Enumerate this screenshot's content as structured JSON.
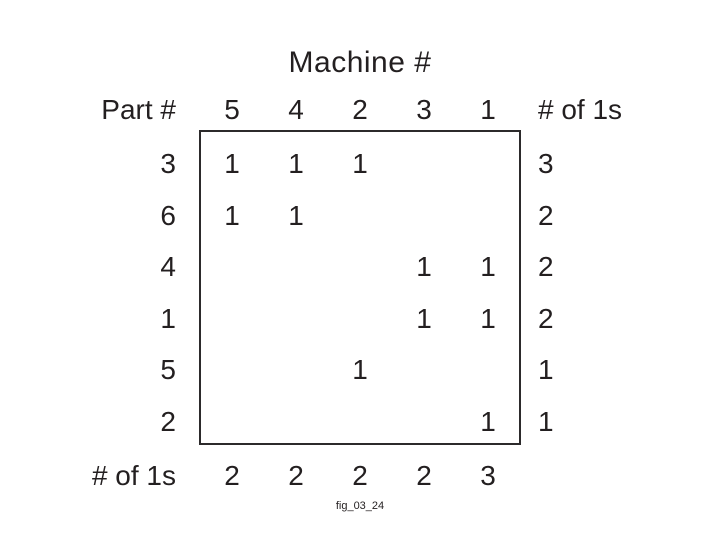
{
  "figure": {
    "title": "Machine #",
    "caption": "fig_03_24",
    "row_axis_label": "Part #",
    "row_sum_header": "# of 1s",
    "col_sum_label": "# of 1s",
    "border_color": "#2c2a2b",
    "text_color": "#231f20",
    "background": "#ffffff"
  },
  "matrix": {
    "type": "table",
    "column_headers": [
      "5",
      "4",
      "2",
      "3",
      "1"
    ],
    "row_headers": [
      "3",
      "6",
      "4",
      "1",
      "5",
      "2"
    ],
    "rows": [
      {
        "part": "3",
        "values": [
          "1",
          "1",
          "1",
          "",
          ""
        ],
        "sum": "3"
      },
      {
        "part": "6",
        "values": [
          "1",
          "1",
          "",
          "",
          ""
        ],
        "sum": "2"
      },
      {
        "part": "4",
        "values": [
          "",
          "",
          "",
          "1",
          "1"
        ],
        "sum": "2"
      },
      {
        "part": "1",
        "values": [
          "",
          "",
          "",
          "1",
          "1"
        ],
        "sum": "2"
      },
      {
        "part": "5",
        "values": [
          "",
          "",
          "1",
          "",
          ""
        ],
        "sum": "1"
      },
      {
        "part": "2",
        "values": [
          "",
          "",
          "",
          "",
          "1"
        ],
        "sum": "1"
      }
    ],
    "column_sums": [
      "2",
      "2",
      "2",
      "2",
      "3"
    ]
  }
}
